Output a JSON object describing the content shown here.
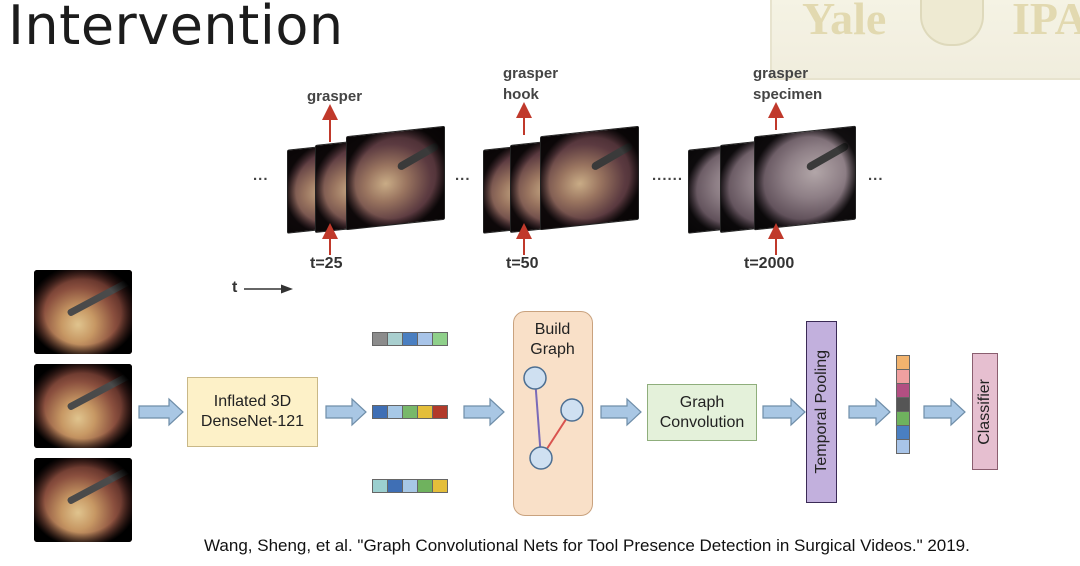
{
  "title": "Intervention",
  "logo": {
    "text": "Yale",
    "text2": "IPA"
  },
  "timeline": {
    "groups": [
      {
        "labels": [
          "grasper"
        ],
        "time": "t=25"
      },
      {
        "labels": [
          "grasper",
          "hook"
        ],
        "time": "t=50"
      },
      {
        "labels": [
          "grasper",
          "specimen"
        ],
        "time": "t=2000"
      }
    ],
    "ellipsis": [
      "...",
      "...",
      "......",
      "..."
    ],
    "t_axis": "t"
  },
  "pipeline": {
    "densenet": "Inflated 3D DenseNet-121",
    "build_graph": "Build Graph",
    "graph_conv": "Graph Convolution",
    "temporal_pooling": "Temporal Pooling",
    "classifier": "Classifier"
  },
  "colors": {
    "densenet_bg": "#fdf1c8",
    "build_graph_bg": "#f9e0c8",
    "graph_conv_bg": "#e4f1da",
    "temporal_bg": "#c2b0dd",
    "classifier_bg": "#e6bfd0",
    "arrow_fill": "#a9c7e4",
    "arrow_stroke": "#6f8ea9",
    "red_arrow": "#c0392b",
    "edge_purple": "#7a6ab8",
    "edge_red": "#d9534f",
    "node_fill": "#cfe0f1",
    "vec_top": [
      "#8c8c8c",
      "#a9cfcf",
      "#4a7fc1",
      "#a8c4e8",
      "#8fd08a"
    ],
    "vec_mid": [
      "#3f6fb5",
      "#a7c8e6",
      "#78b86a",
      "#e4be3a",
      "#b23a2a"
    ],
    "vec_bot": [
      "#9bcfcf",
      "#3f6fb5",
      "#a7c8e6",
      "#6fb25e",
      "#e4be3a"
    ],
    "pool_stack": [
      "#f2b36e",
      "#f0a0a0",
      "#b24f82",
      "#555555",
      "#6fb25e",
      "#4a7fc1",
      "#a8c4e8"
    ]
  },
  "citation": "Wang, Sheng, et al. \"Graph Convolutional Nets for Tool Presence Detection in Surgical Videos.\"  2019."
}
